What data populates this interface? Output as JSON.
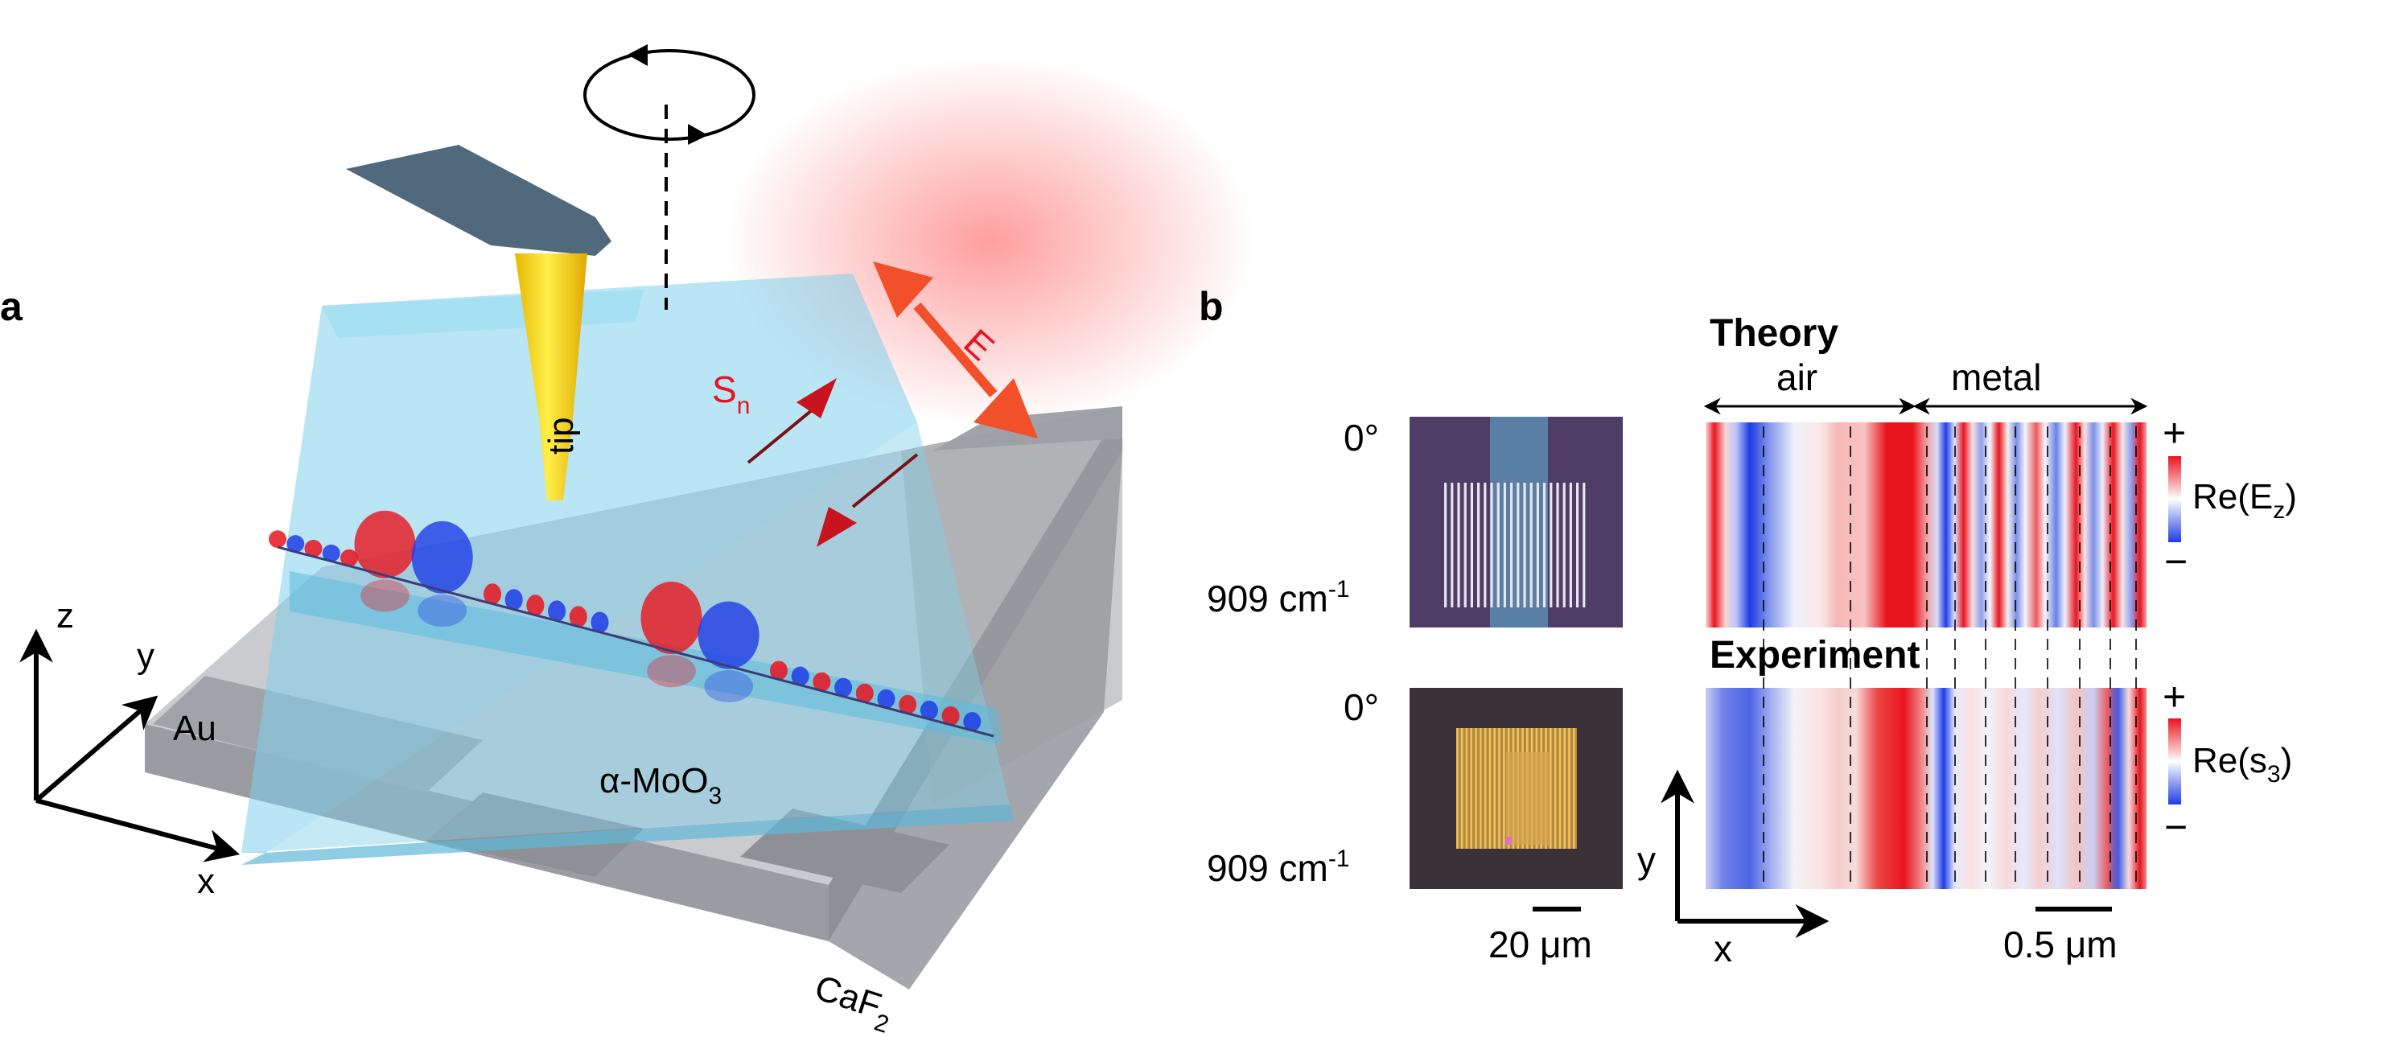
{
  "panel_a": {
    "label": "a",
    "tip_label": "tip",
    "poynting_label": "S",
    "poynting_sub": "n",
    "field_label": "E",
    "gold_label": "Au",
    "crystal_label_alpha": "α-MoO",
    "crystal_sub": "3",
    "substrate_label": "CaF",
    "substrate_sub": "2",
    "axis_x": "x",
    "axis_y": "y",
    "axis_z": "z"
  },
  "panel_b": {
    "label": "b",
    "theory_title": "Theory",
    "experiment_title": "Experiment",
    "region_air": "air",
    "region_metal": "metal",
    "theory_angle": "0°",
    "theory_freq": "909 cm",
    "theory_freq_sup": "-1",
    "exp_angle": "0°",
    "exp_freq": "909 cm",
    "exp_freq_sup": "-1",
    "scale_optical": "20 μm",
    "scale_map": "0.5 μm",
    "axis_x": "x",
    "axis_y": "y",
    "cbar_top_plus": "+",
    "cbar_top_minus": "−",
    "cbar_top_label": "Re(E",
    "cbar_top_sub": "z",
    "cbar_top_close": ")",
    "cbar_bot_plus": "+",
    "cbar_bot_minus": "−",
    "cbar_bot_label": "Re(s",
    "cbar_bot_sub": "3",
    "cbar_bot_close": ")"
  },
  "colors": {
    "crystal": "#7fd0ec",
    "gold_stripe": "#a6a8ae",
    "substrate": "#c5c7cb",
    "tip": "#ffe000",
    "cantilever": "#50697d",
    "field_arrow": "#f2502a",
    "poynting_arrow": "#c8141e",
    "map_red": "#e8141e",
    "map_blue": "#1e3ce6"
  }
}
